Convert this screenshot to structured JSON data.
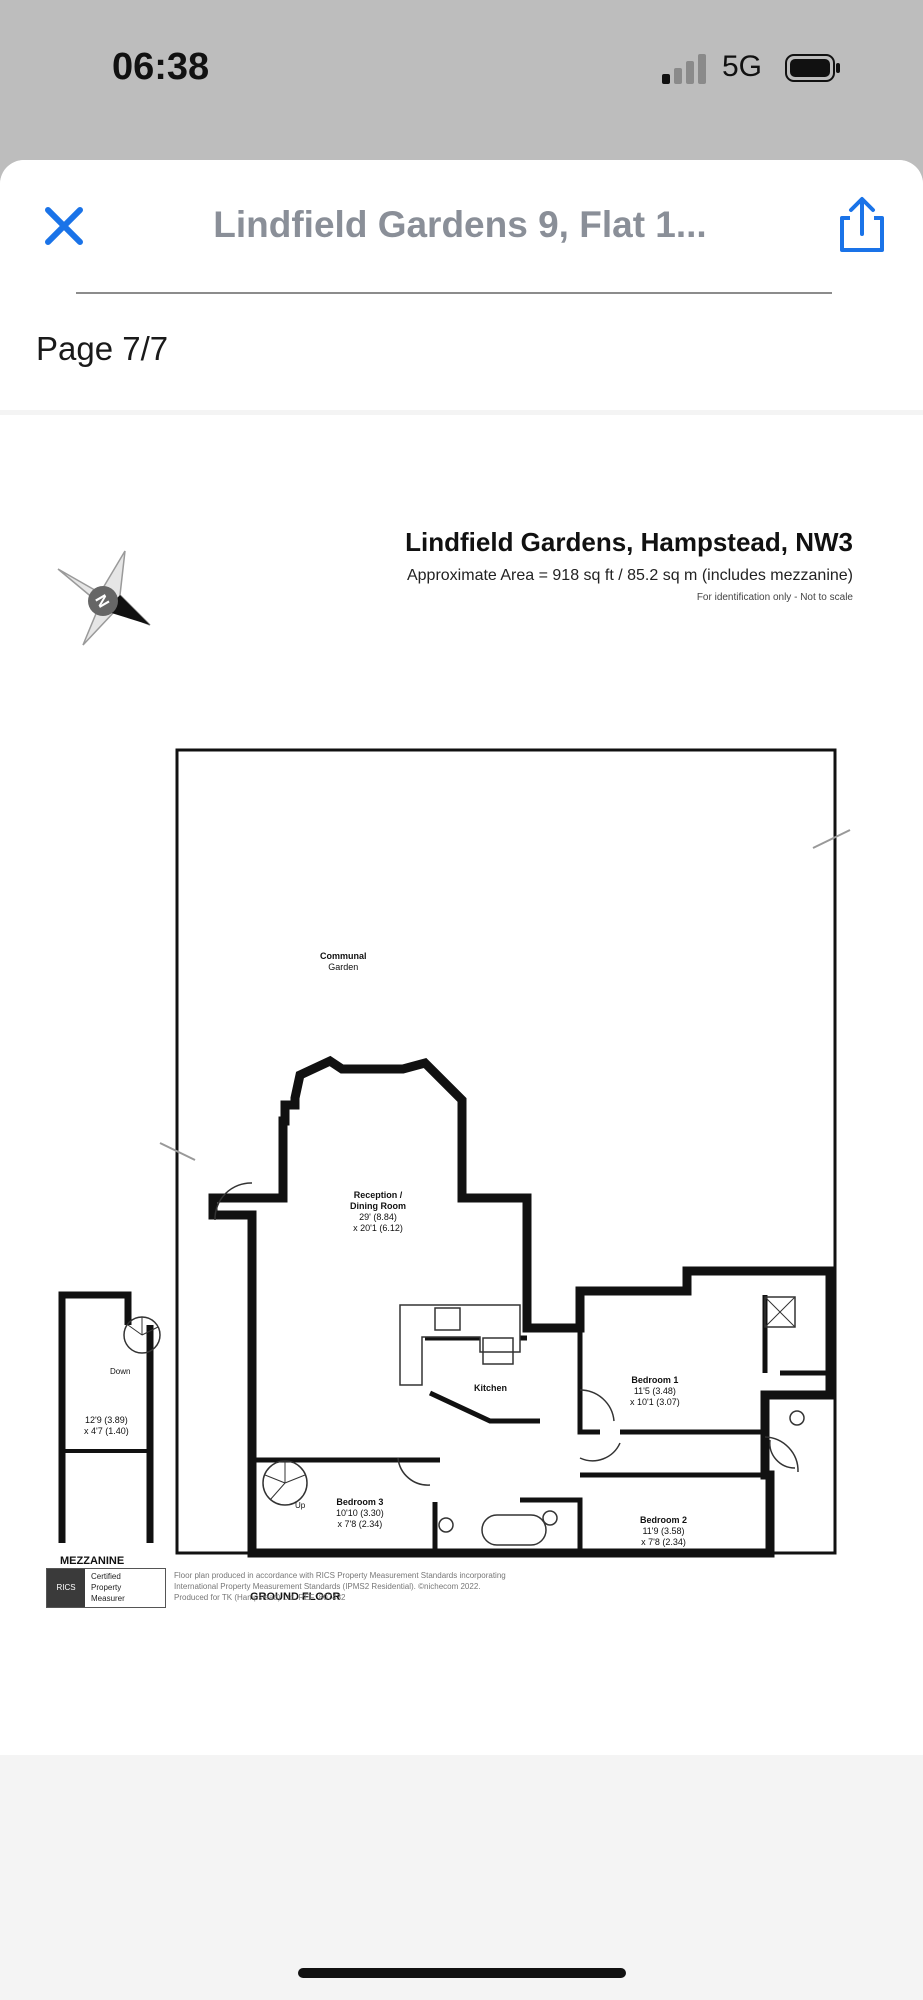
{
  "status": {
    "time": "06:38",
    "network": "5G",
    "signal_icon": "signal-bars-icon",
    "battery_icon": "battery-icon"
  },
  "viewer": {
    "title": "Lindfield Gardens 9, Flat 1...",
    "page_indicator": "Page 7/7",
    "accent_color": "#1a73e8",
    "close_icon": "close-icon",
    "share_icon": "share-icon"
  },
  "floorplan": {
    "title": "Lindfield Gardens, Hampstead, NW3",
    "area": "Approximate Area = 918 sq ft / 85.2 sq m (includes mezzanine)",
    "note": "For identification only - Not to scale",
    "compass_letter": "N",
    "rooms": {
      "garden": [
        "Communal",
        "Garden"
      ],
      "reception": [
        "Reception /",
        "Dining Room",
        "29' (8.84)",
        "x 20'1 (6.12)"
      ],
      "kitchen": "Kitchen",
      "bedroom1": [
        "Bedroom 1",
        "11'5 (3.48)",
        "x 10'1 (3.07)"
      ],
      "bedroom2": [
        "Bedroom 2",
        "11'9 (3.58)",
        "x 7'8 (2.34)"
      ],
      "bedroom3": [
        "Bedroom 3",
        "10'10 (3.30)",
        "x 7'8 (2.34)"
      ],
      "mezzanine_room": [
        "12'9 (3.89)",
        "x 4'7 (1.40)"
      ],
      "stairs_down": "Down",
      "stairs_up": "Up"
    },
    "floors": {
      "mezzanine": "MEZZANINE",
      "ground": "GROUND FLOOR"
    },
    "rics": {
      "logo": "RICS",
      "lines": [
        "Certified",
        "Property",
        "Measurer"
      ]
    },
    "footer_lines": [
      "Floor plan produced in accordance with RICS Property Measurement Standards incorporating",
      "International Property Measurement Standards (IPMS2 Residential). ©nichecom 2022.",
      "Produced for TK (Hampstead) Ltd.   REF:  807432"
    ]
  }
}
